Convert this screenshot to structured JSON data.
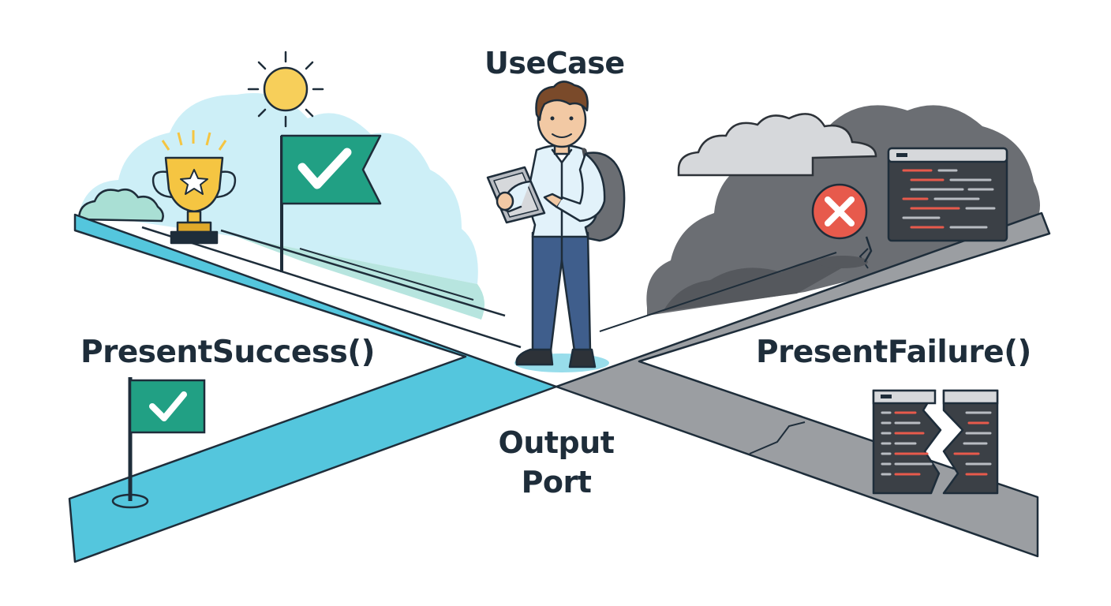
{
  "labels": {
    "use_case": "UseCase",
    "success": "PresentSuccess()",
    "failure": "PresentFailure()",
    "output_port_line1": "Output",
    "output_port_line2": "Port"
  },
  "colors": {
    "success_path": "#54c6dd",
    "failure_path": "#9b9ea2",
    "flag_green": "#21a084",
    "error_red": "#e75a4c",
    "trophy_gold": "#f5c542",
    "sun_yellow": "#f7cf5a",
    "sky_light": "#cdeff7",
    "storm_gray": "#6b6e73",
    "ink": "#1e2d3a"
  },
  "icons": [
    "sun-icon",
    "trophy-icon",
    "check-flag-icon",
    "error-x-icon",
    "code-window-icon",
    "broken-code-window-icon",
    "storm-cloud-icon",
    "person-with-tablet-icon"
  ]
}
